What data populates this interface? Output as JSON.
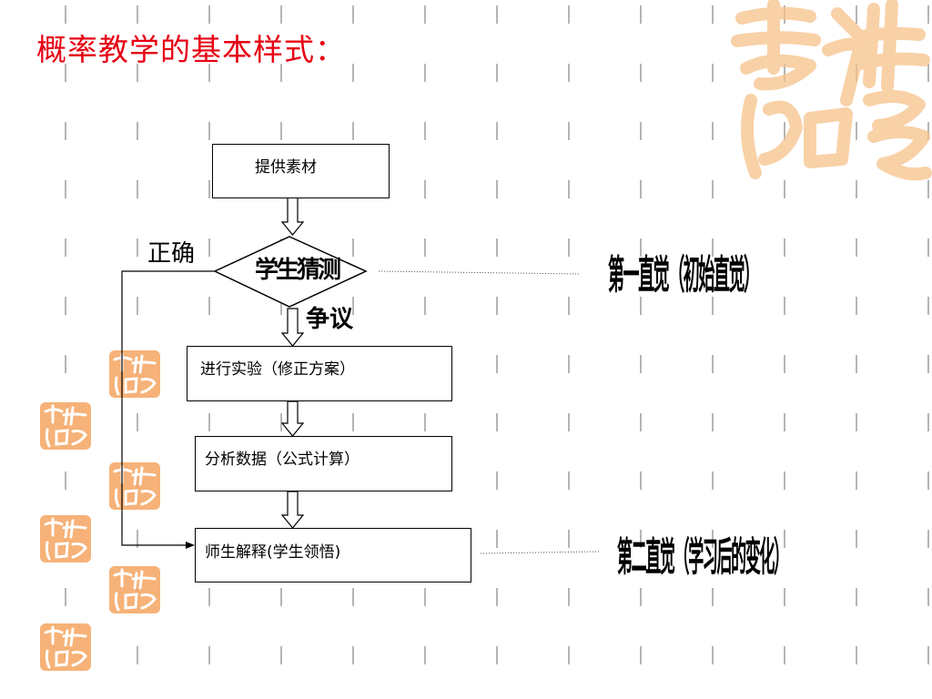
{
  "title": "概率教学的基本样式：",
  "flow": {
    "step1": "提供素材",
    "step2": "学生猜测",
    "step3": "进行实验（修正方案）",
    "step4": "分析数据（公式计算）",
    "step5": "师生解释(学生领悟)"
  },
  "labels": {
    "correct": "正确",
    "dispute": "争议"
  },
  "notes": {
    "first_intuition": "第一直觉（初始直觉）",
    "second_intuition": "第二直觉（学习后的变化）"
  },
  "colors": {
    "title": "#e60012",
    "decor": "#f4a460",
    "grid": "#b0b0b0"
  },
  "decor": {
    "big_seal_icon": "jixiangruyi-calligraphy",
    "small_seal_icon": "jixiangruyi-stamp"
  }
}
